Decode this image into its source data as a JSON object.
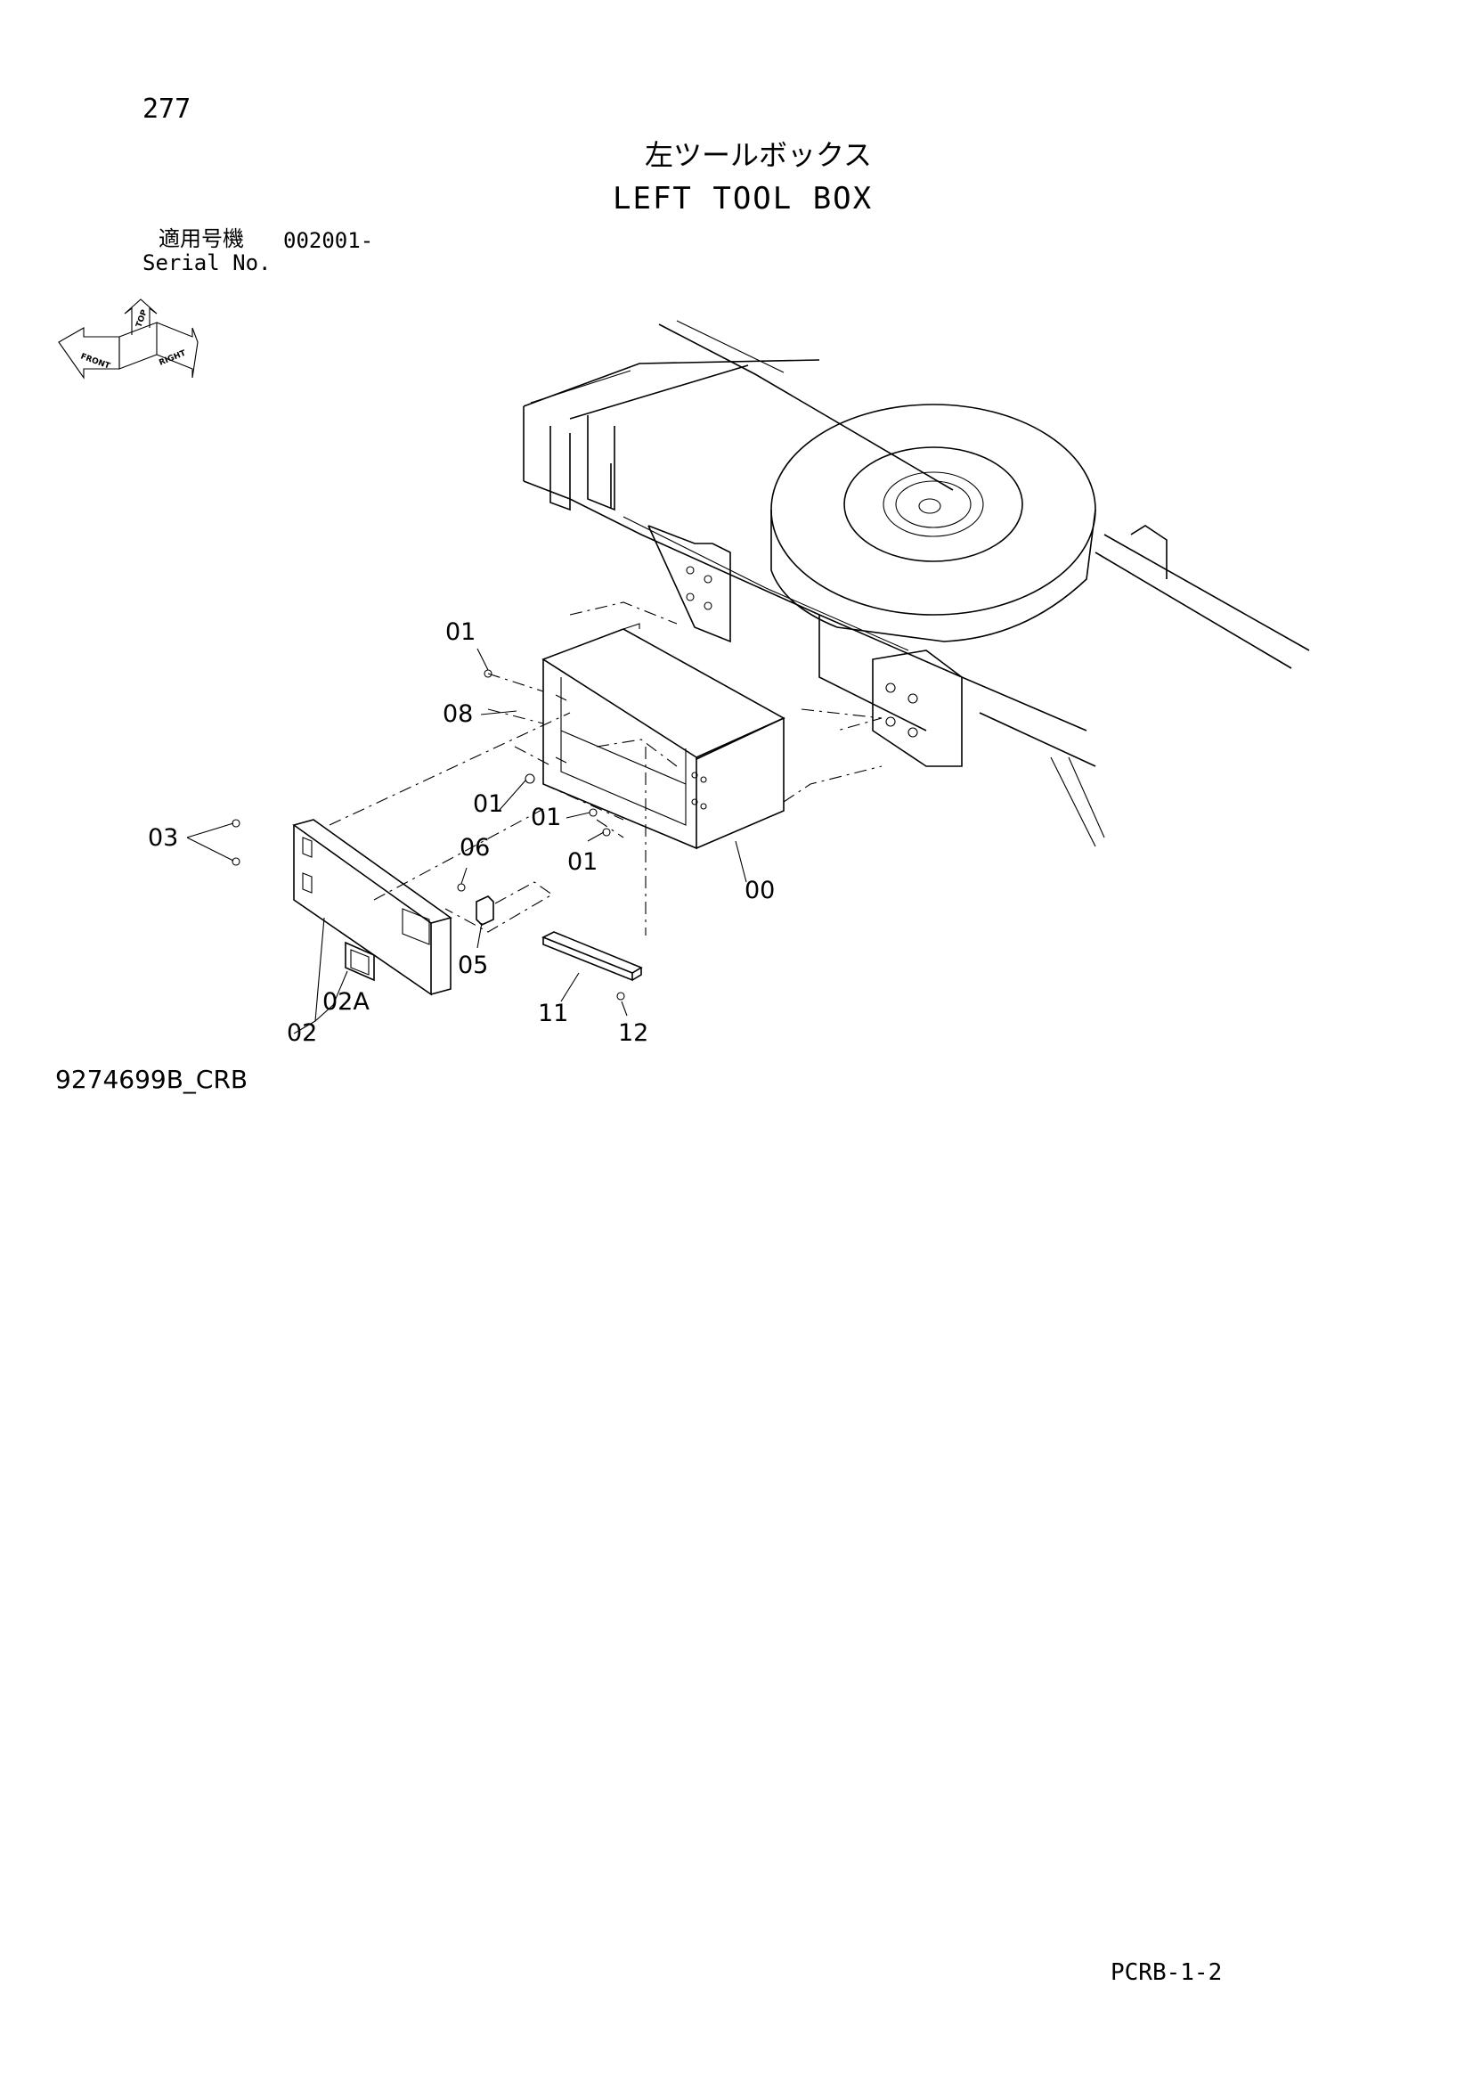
{
  "page_number": "277",
  "title_ja": "左ツールボックス",
  "title_en": "LEFT TOOL BOX",
  "serial": {
    "label_ja": "適用号機",
    "value": "002001-",
    "label_en": "Serial No."
  },
  "orientation_icon": {
    "name": "orientation-cube-icon",
    "labels": [
      "TOP",
      "FRONT",
      "RIGHT"
    ]
  },
  "callouts": {
    "c00": "00",
    "c01a": "01",
    "c01b": "01",
    "c01c": "01",
    "c01d": "01",
    "c02": "02",
    "c02a": "02A",
    "c03": "03",
    "c05": "05",
    "c06": "06",
    "c08": "08",
    "c11": "11",
    "c12": "12"
  },
  "drawing_id": "9274699B_CRB",
  "sheet_id": "PCRB-1-2"
}
